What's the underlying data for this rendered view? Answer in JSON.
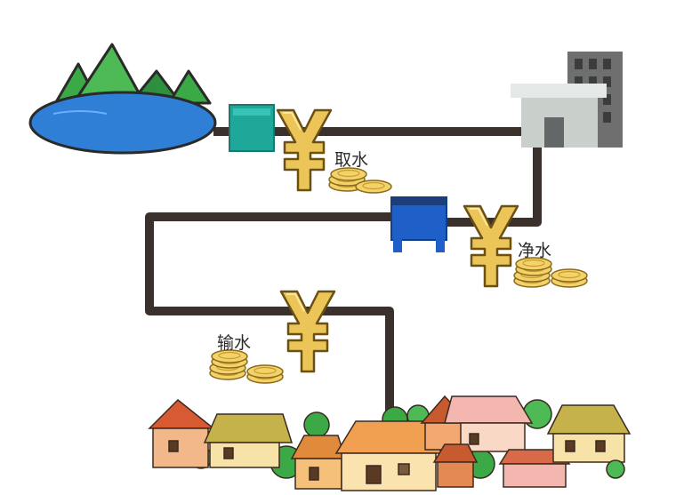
{
  "steps": {
    "intake": "取水",
    "purify": "净水",
    "transport": "输水"
  },
  "icons": {
    "source": "lake-mountain-icon",
    "pump": "pump-station-icon",
    "plant": "treatment-plant-icon",
    "tank": "water-tank-icon",
    "cost": "yuan-icon",
    "coins": "coin-stack-icon",
    "village": "village-houses-icon"
  },
  "colors": {
    "pipe": "#3a302c",
    "lake": "#2f7fd6",
    "mountain": "#3aa946",
    "pump": "#1fa89a",
    "tank": "#1f5fc8",
    "yuan": "#e8c25a",
    "coin": "#f1cf62"
  }
}
